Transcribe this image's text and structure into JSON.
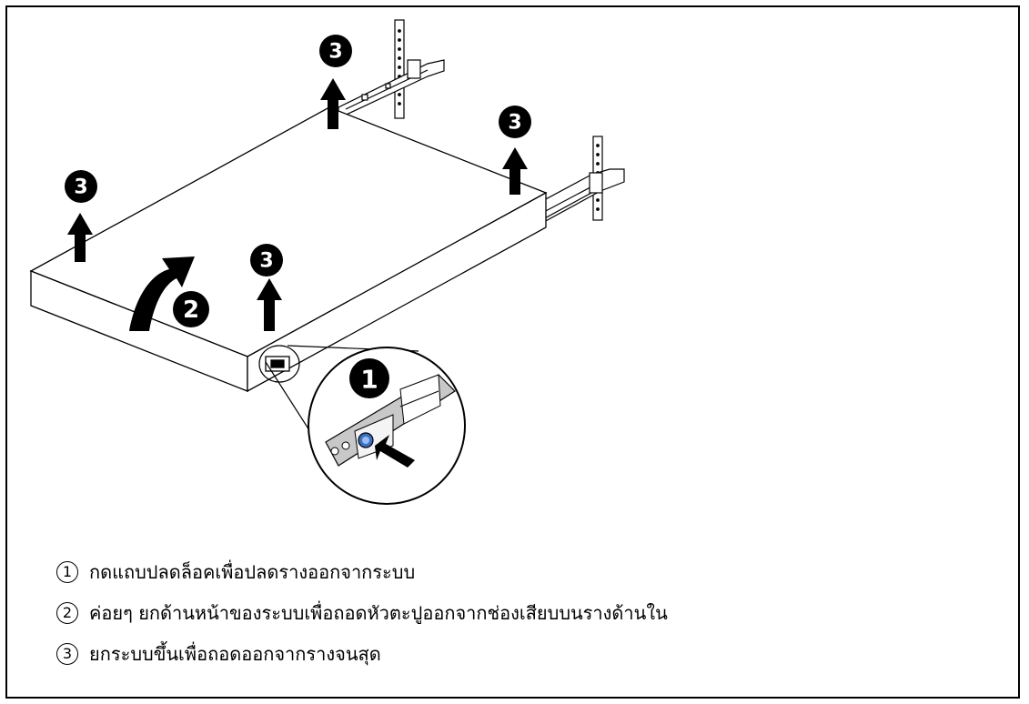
{
  "callouts": [
    {
      "label": "1"
    },
    {
      "label": "2"
    },
    {
      "label": "3"
    },
    {
      "label": "3"
    },
    {
      "label": "3"
    },
    {
      "label": "3"
    }
  ],
  "steps": [
    {
      "number": "1",
      "text": "กดแถบปลดล็อคเพื่อปลดรางออกจากระบบ"
    },
    {
      "number": "2",
      "text": "ค่อยๆ ยกด้านหน้าของระบบเพื่อถอดหัวตะปูออกจากช่องเสียบบนรางด้านใน"
    },
    {
      "number": "3",
      "text": "ยกระบบขึ้นเพื่อถอดออกจากรางจนสุด"
    }
  ]
}
